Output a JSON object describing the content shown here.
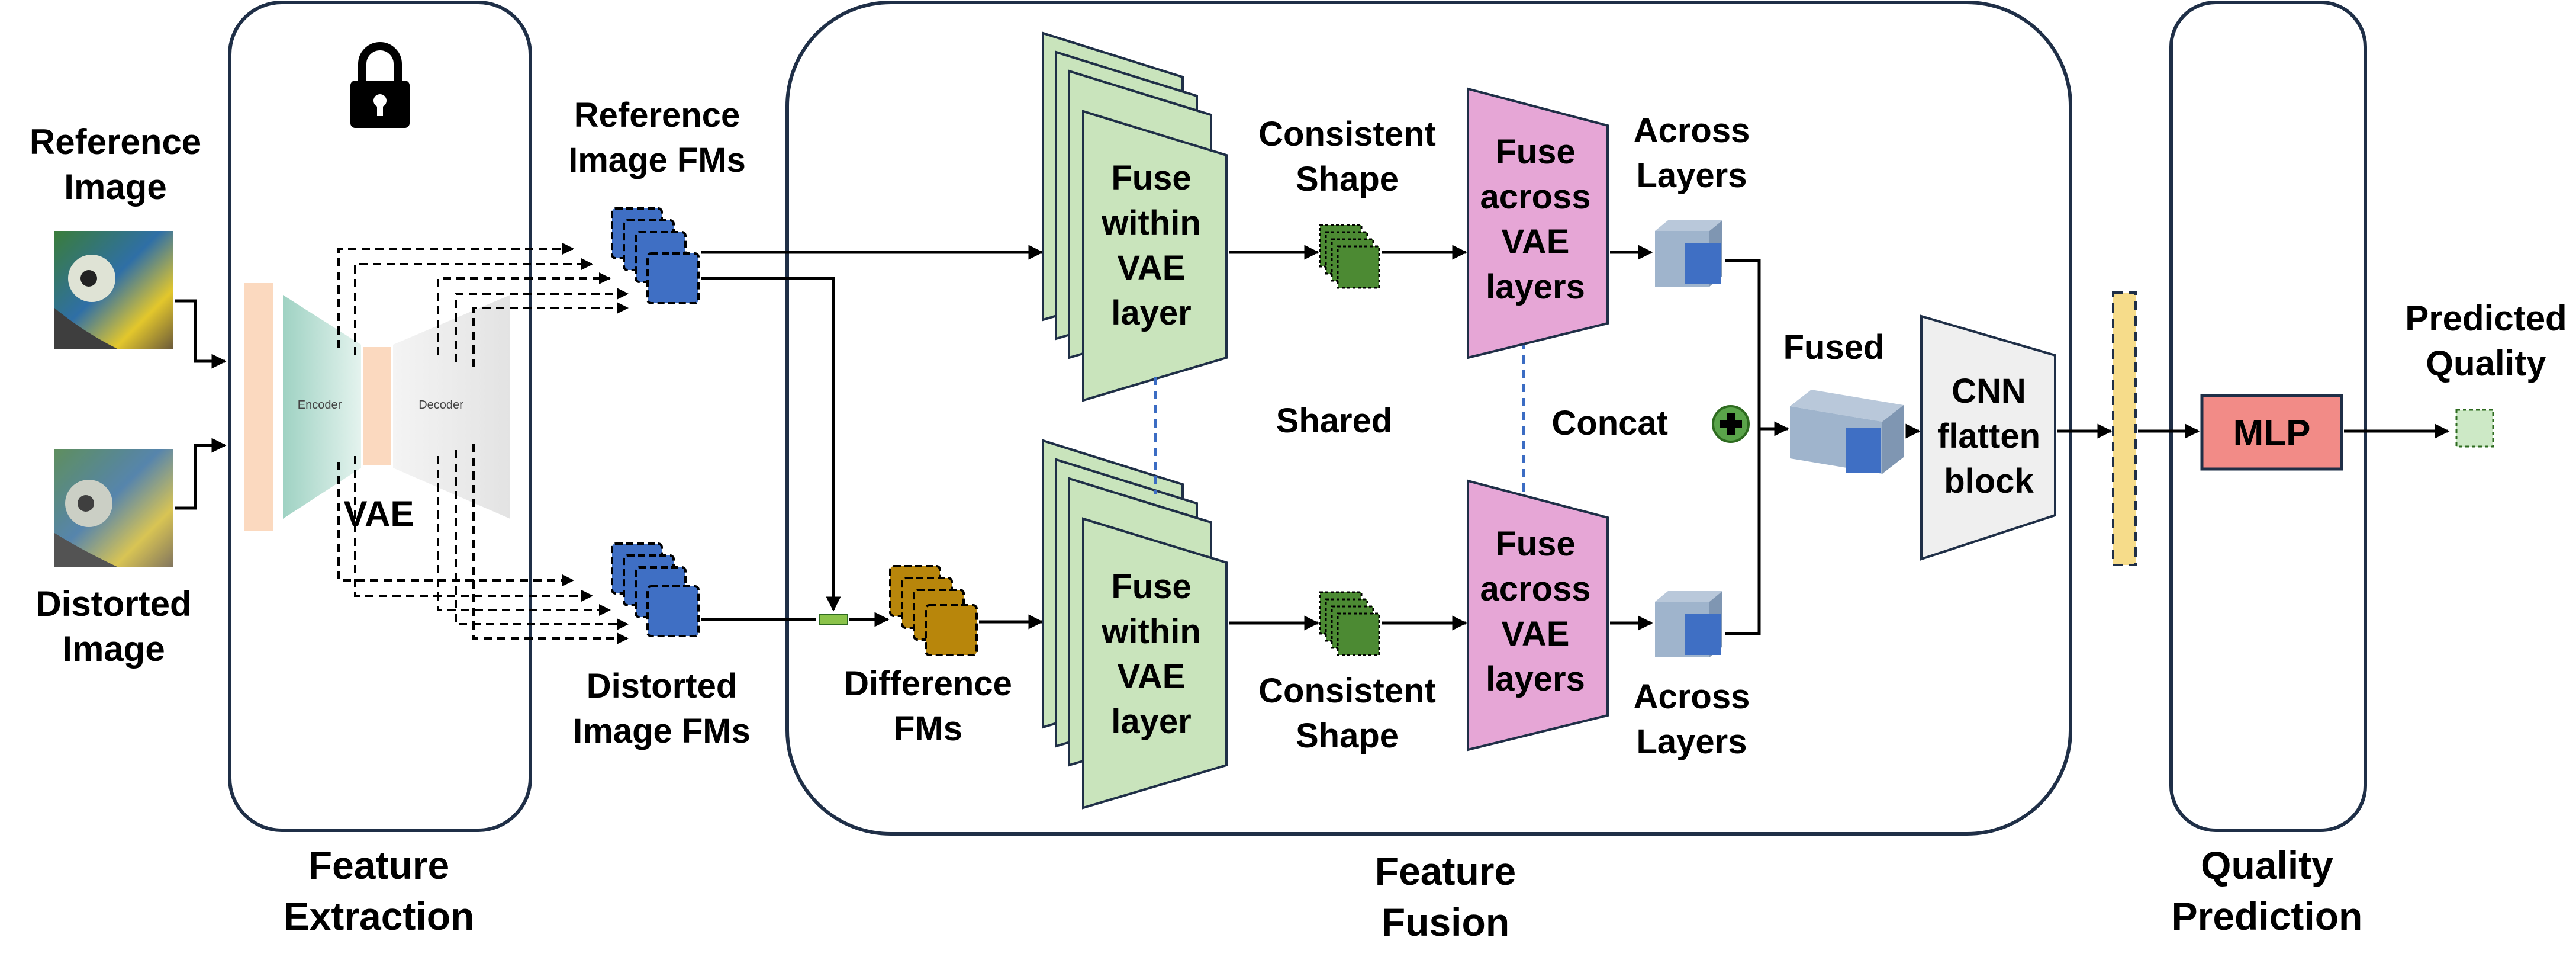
{
  "labels": {
    "reference_image": [
      "Reference",
      "Image"
    ],
    "distorted_image": [
      "Distorted",
      "Image"
    ],
    "vae": "VAE",
    "encoder": "Encoder",
    "decoder": "Decoder",
    "reference_fms": [
      "Reference",
      "Image FMs"
    ],
    "distorted_fms": [
      "Distorted",
      "Image FMs"
    ],
    "difference_fms": [
      "Difference",
      "FMs"
    ],
    "fuse_within_top": [
      "Fuse",
      "within",
      "VAE",
      "layer"
    ],
    "fuse_within_bottom": [
      "Fuse",
      "within",
      "VAE",
      "layer"
    ],
    "consistent_shape_top": [
      "Consistent",
      "Shape"
    ],
    "consistent_shape_bottom": [
      "Consistent",
      "Shape"
    ],
    "fuse_across_top": [
      "Fuse",
      "across",
      "VAE",
      "layers"
    ],
    "fuse_across_bottom": [
      "Fuse",
      "across",
      "VAE",
      "layers"
    ],
    "across_layers_top": [
      "Across",
      "Layers"
    ],
    "across_layers_bottom": [
      "Across",
      "Layers"
    ],
    "shared": "Shared",
    "concat": "Concat",
    "fused": "Fused",
    "cnn_block": [
      "CNN",
      "flatten",
      "block"
    ],
    "mlp": "MLP",
    "predicted_quality": [
      "Predicted",
      "Quality"
    ],
    "section_feature_extraction": [
      "Feature",
      "Extraction"
    ],
    "section_feature_fusion": [
      "Feature",
      "Fusion"
    ],
    "section_quality_prediction": [
      "Quality",
      "Prediction"
    ]
  },
  "icons": {
    "lock": "lock-icon",
    "concat": "plus-circle-icon",
    "reference_photo": "parrot-photo",
    "distorted_photo": "parrot-photo"
  },
  "colors": {
    "panel_border": "#1f2f47",
    "feature_map_blue": "#3f6fc4",
    "difference_fm_gold": "#b8860b",
    "fuse_within_green": "#c9e4bc",
    "fuse_across_pink": "#e6a6d6",
    "consistent_shape_green": "#4c8a33",
    "cube_blue": "#3f6fc4",
    "cnn_gray": "#efefef",
    "mlp_red": "#f28b87",
    "feature_vector_yellow": "#f6dc8a",
    "output_green": "#cde9c6",
    "shared_dash_blue": "#3b6cc3",
    "vae_encoder_teal": "#bfe0d6",
    "vae_orange": "#fbd9bf"
  }
}
